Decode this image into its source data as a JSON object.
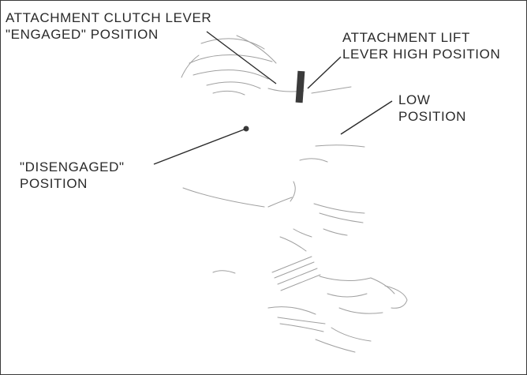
{
  "labels": {
    "clutch_engaged": {
      "line1": "ATTACHMENT CLUTCH LEVER",
      "line2": "\"ENGAGED\" POSITION"
    },
    "lift_high": {
      "line1": "ATTACHMENT LIFT",
      "line2": "LEVER HIGH POSITION"
    },
    "low": {
      "line1": "LOW",
      "line2": "POSITION"
    },
    "disengaged": {
      "line1": "\"DISENGAGED\"",
      "line2": "POSITION"
    }
  },
  "colors": {
    "ink": "#2a2a2a",
    "faint_lines": "#9a9a9a",
    "frame": "#3a3a3a"
  }
}
